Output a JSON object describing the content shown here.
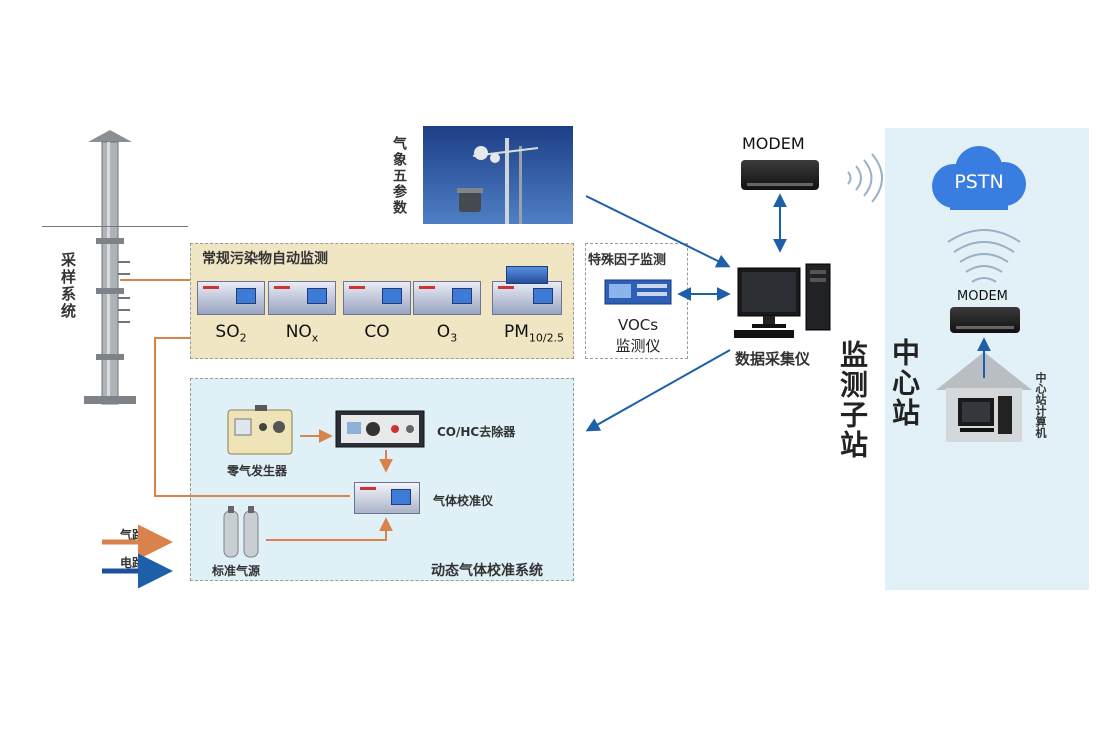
{
  "sampling": {
    "label": "采样系统"
  },
  "weather": {
    "label": "气象五参数"
  },
  "regular_panel": {
    "title": "常规污染物自动监测",
    "instruments": [
      {
        "name": "SO",
        "sub": "2"
      },
      {
        "name": "NO",
        "sub": "x"
      },
      {
        "name": "CO",
        "sub": ""
      },
      {
        "name": "O",
        "sub": "3"
      },
      {
        "name": "PM",
        "sub": "10/2.5"
      }
    ]
  },
  "special_panel": {
    "title": "特殊因子监测",
    "device_line1": "VOCs",
    "device_line2": "监测仪"
  },
  "calib_panel": {
    "title": "动态气体校准系统",
    "zero_gas": "零气发生器",
    "remover": "CO/HC去除器",
    "calibrator": "气体校准仪",
    "standard_gas": "标准气源"
  },
  "legend": {
    "gas": "气路",
    "power": "电路",
    "gas_color": "#d9824b",
    "power_color": "#1d4fa0"
  },
  "station": {
    "logger": "数据采集仪",
    "label": "监测子站",
    "modem": "MODEM"
  },
  "center": {
    "pstn": "PSTN",
    "modem": "MODEM",
    "computer": "中心站计算机",
    "label": "中心站"
  }
}
